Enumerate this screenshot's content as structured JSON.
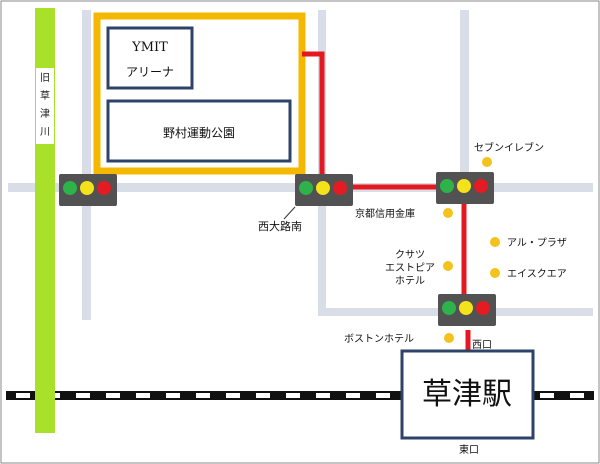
{
  "map": {
    "river": {
      "label": "旧草津川",
      "label_chars": [
        "旧",
        "草",
        "津",
        "川"
      ]
    },
    "venues": [
      {
        "id": "ymit-arena",
        "lines": [
          "YMIT",
          "アリーナ"
        ]
      },
      {
        "id": "nomura-park",
        "lines": [
          "野村運動公園"
        ]
      }
    ],
    "intersections": [
      {
        "id": "west",
        "label": ""
      },
      {
        "id": "nishioji-minami",
        "label": "西大路南"
      },
      {
        "id": "seven-eleven-corner",
        "label": ""
      },
      {
        "id": "station-west-exit",
        "label": ""
      }
    ],
    "landmarks": [
      {
        "id": "seven-eleven",
        "label": "セブンイレブン"
      },
      {
        "id": "kyoto-shinkin",
        "label": "京都信用金庫"
      },
      {
        "id": "al-plaza",
        "label": "アル・プラザ"
      },
      {
        "id": "estopia-hotel",
        "lines": [
          "クサツ",
          "エストピア",
          "ホテル"
        ]
      },
      {
        "id": "aeisquare",
        "label": "エイスクエア"
      },
      {
        "id": "boston-hotel",
        "label": "ボストンホテル"
      }
    ],
    "station": {
      "label": "草津駅",
      "west_exit": "西口",
      "east_exit": "東口"
    },
    "colors": {
      "road": "#d9dde8",
      "river": "#a8e02a",
      "venue_outline": "#f5b800",
      "box_border": "#2d4369",
      "route": "#e41920",
      "landmark_dot": "#f4c21c",
      "signal_body": "#525252",
      "signal_green": "#2db34a",
      "signal_yellow": "#f4e21a",
      "signal_red": "#e51b24"
    }
  }
}
